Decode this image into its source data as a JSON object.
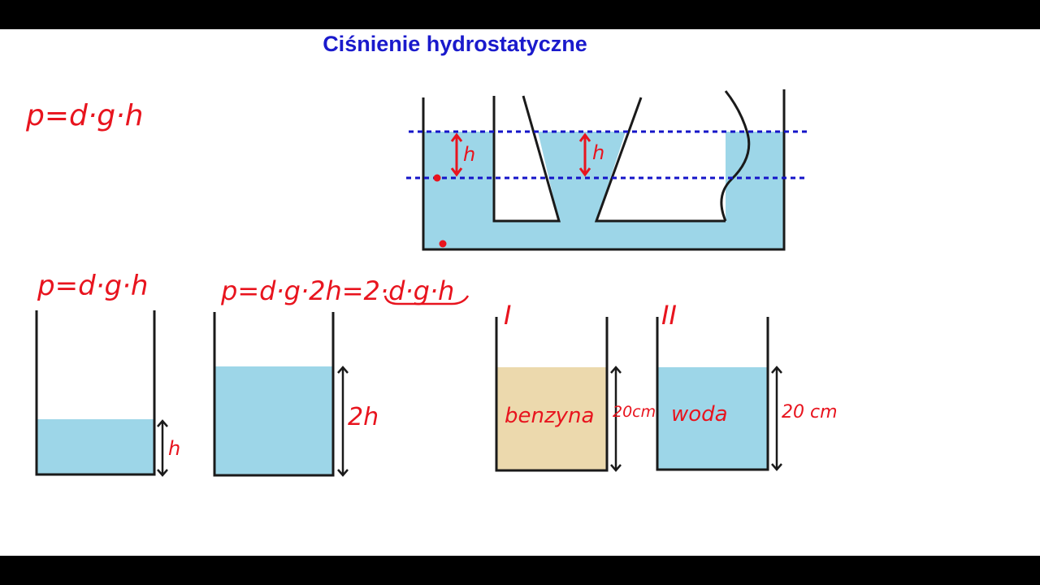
{
  "title": "Ciśnienie hydrostatyczne",
  "colors": {
    "title": "#1a1acc",
    "ink": "#e8141e",
    "water": "#9dd6e8",
    "gasoline": "#ecd9ad",
    "outline": "#1a1a1a",
    "dotted_line": "#1414c8",
    "background": "#ffffff",
    "letterbox": "#000000"
  },
  "formulas": {
    "top": "p=d·g·h",
    "left_vessel": "p=d·g·h",
    "middle_vessel": "p=d·g·2h=2·d·g·h"
  },
  "labels": {
    "h_gap_1": "h",
    "h_gap_2": "h",
    "h_small": "h",
    "two_h": "2h",
    "vessel_I": "I",
    "vessel_II": "II",
    "liquid_I": "benzyna",
    "liquid_II": "woda",
    "height_I": "20cm",
    "height_II": "20 cm"
  }
}
